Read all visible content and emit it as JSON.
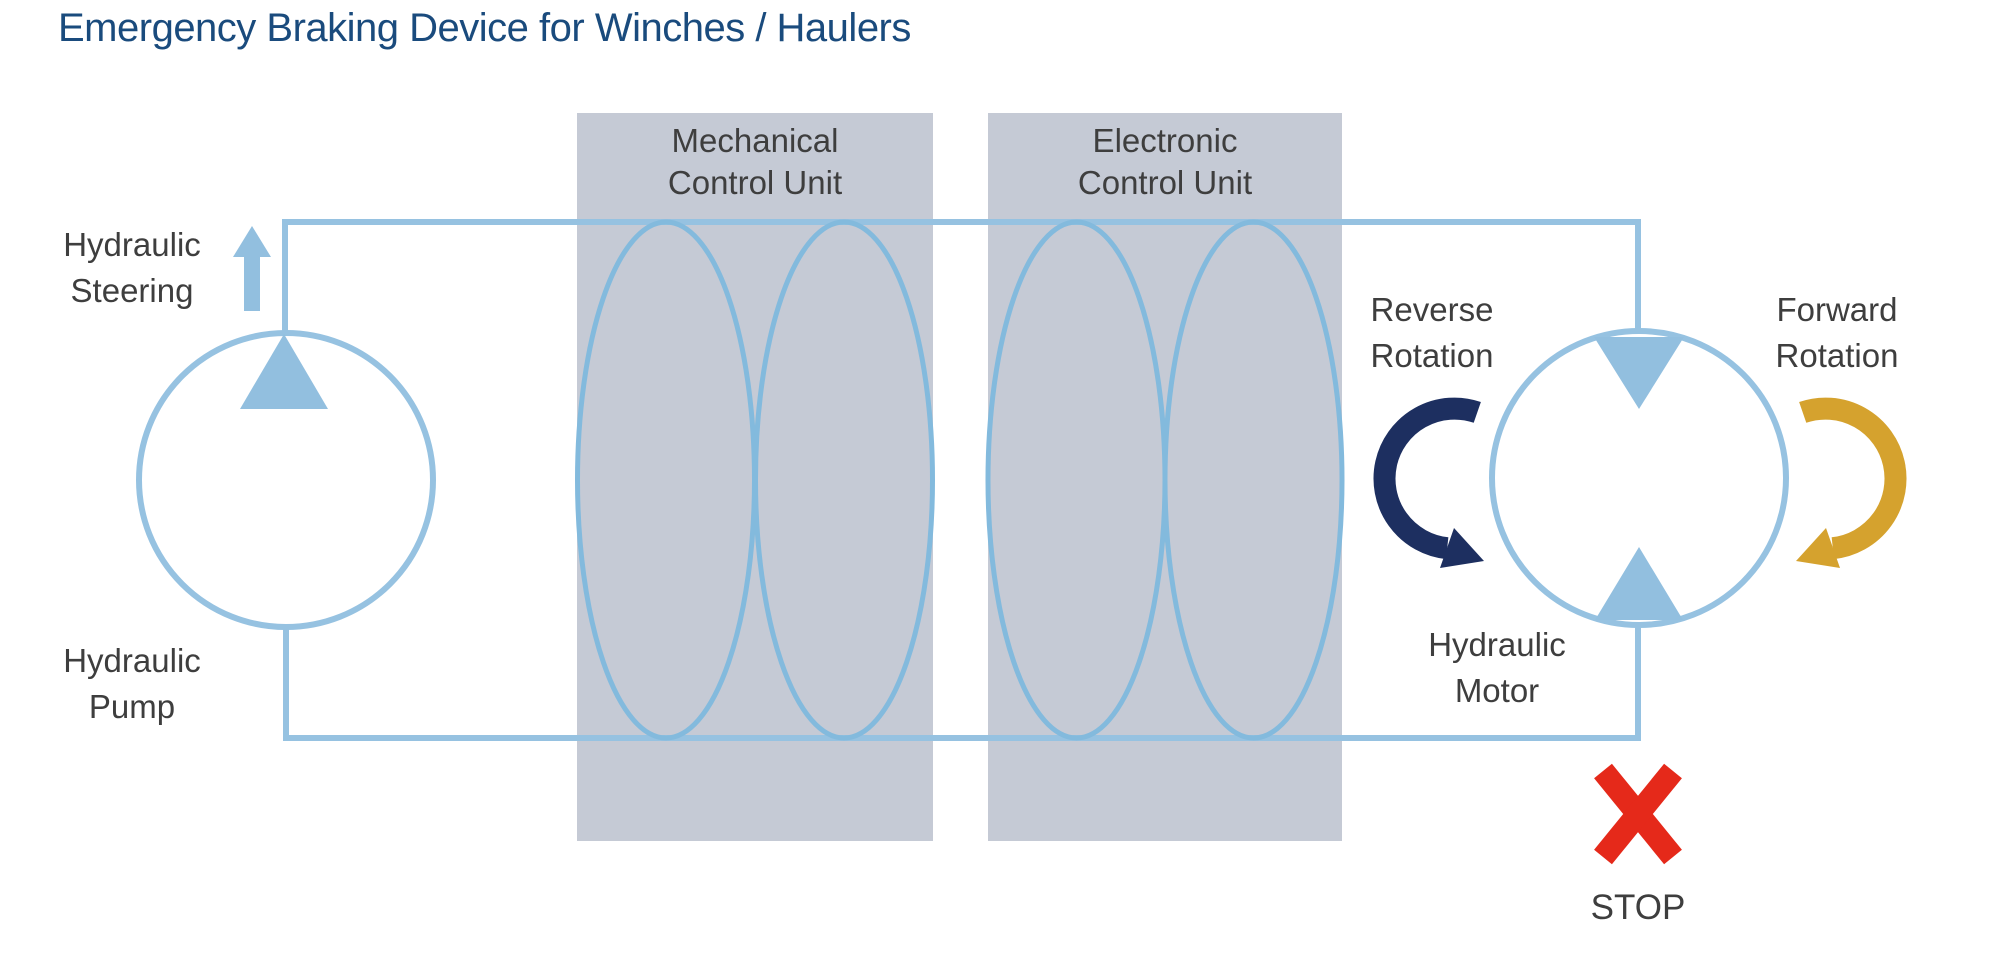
{
  "title": "Emergency Braking Device for Winches / Haulers",
  "labels": {
    "hydraulic_steering": {
      "line1": "Hydraulic",
      "line2": "Steering"
    },
    "hydraulic_pump": {
      "line1": "Hydraulic",
      "line2": "Pump"
    },
    "mechanical_unit": {
      "line1": "Mechanical",
      "line2": "Control Unit"
    },
    "electronic_unit": {
      "line1": "Electronic",
      "line2": "Control Unit"
    },
    "reverse_rotation": {
      "line1": "Reverse",
      "line2": "Rotation"
    },
    "forward_rotation": {
      "line1": "Forward",
      "line2": "Rotation"
    },
    "hydraulic_motor": {
      "line1": "Hydraulic",
      "line2": "Motor"
    },
    "stop": "STOP"
  },
  "colors": {
    "title": "#1a4b7d",
    "label": "#3e3e3e",
    "pipe": "#96c2e1",
    "loop": "#83badd",
    "symbol-fill": "#92bfdf",
    "unit-box": "#c5cad5",
    "reverse-arrow": "#1d2f60",
    "forward-arrow": "#d5a22e",
    "stop-red": "#e5291a"
  }
}
